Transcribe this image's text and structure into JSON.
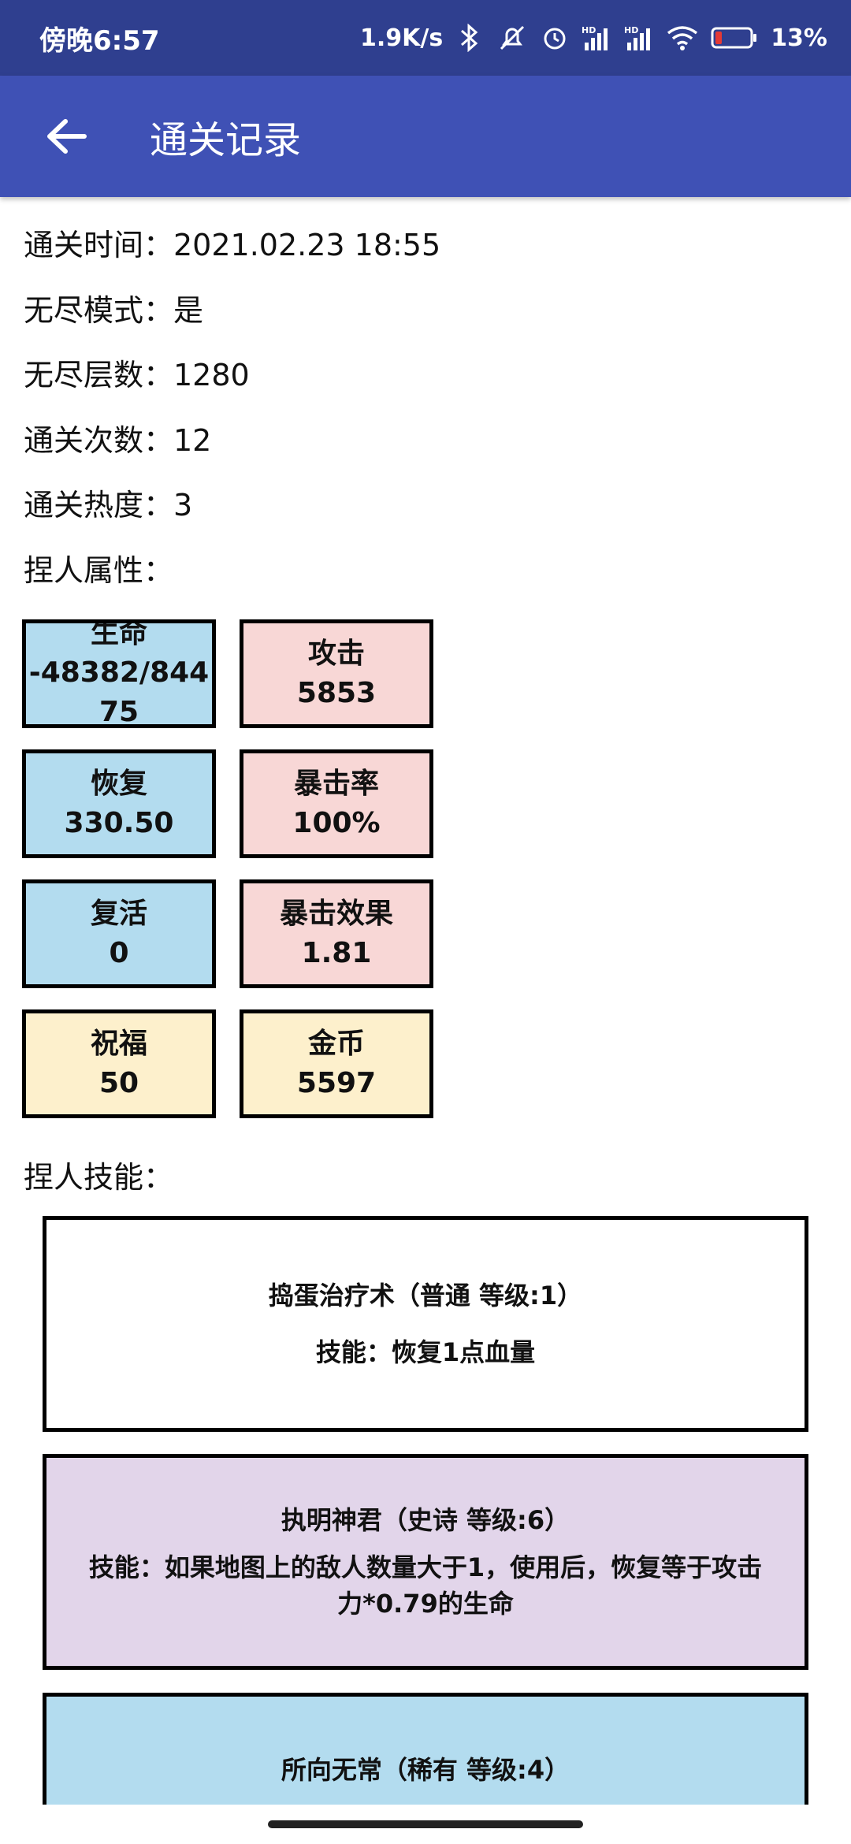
{
  "status_bar": {
    "time": "傍晚6:57",
    "network_speed": "1.9K/s",
    "battery": "13%",
    "icons": [
      "bluetooth-icon",
      "mute-icon",
      "alarm-icon",
      "signal-hd-icon",
      "signal-hd-icon",
      "wifi-icon",
      "battery-icon"
    ]
  },
  "app_bar": {
    "title": "通关记录",
    "back_icon": "arrow-left-icon"
  },
  "info": {
    "clear_time": "通关时间：2021.02.23 18:55",
    "endless_mode": "无尽模式：是",
    "endless_floor": "无尽层数：1280",
    "clear_count": "通关次数：12",
    "clear_heat": "通关热度：3",
    "attributes_header": "捏人属性：",
    "skills_header": "捏人技能："
  },
  "attributes": [
    {
      "label": "生命",
      "value": "-48382/84475",
      "color": "#b3dcef"
    },
    {
      "label": "攻击",
      "value": "5853",
      "color": "#f8d7d6"
    },
    {
      "label": "恢复",
      "value": "330.50",
      "color": "#b3dcef"
    },
    {
      "label": "暴击率",
      "value": "100%",
      "color": "#f8d7d6"
    },
    {
      "label": "复活",
      "value": "0",
      "color": "#b3dcef"
    },
    {
      "label": "暴击效果",
      "value": "1.81",
      "color": "#f8d7d6"
    },
    {
      "label": "祝福",
      "value": "50",
      "color": "#fdf0cc"
    },
    {
      "label": "金币",
      "value": "5597",
      "color": "#fdf0cc"
    }
  ],
  "skills": [
    {
      "name": "捣蛋治疗术（普通 等级:1）",
      "desc": "技能：恢复1点血量",
      "color": "#ffffff"
    },
    {
      "name": "执明神君（史诗 等级:6）",
      "desc": "技能：如果地图上的敌人数量大于1，使用后，恢复等于攻击力*0.79的生命",
      "color": "#e2d5ea"
    },
    {
      "name": "所向无常（稀有 等级:4）",
      "desc": "",
      "color": "#b3dcef"
    }
  ]
}
